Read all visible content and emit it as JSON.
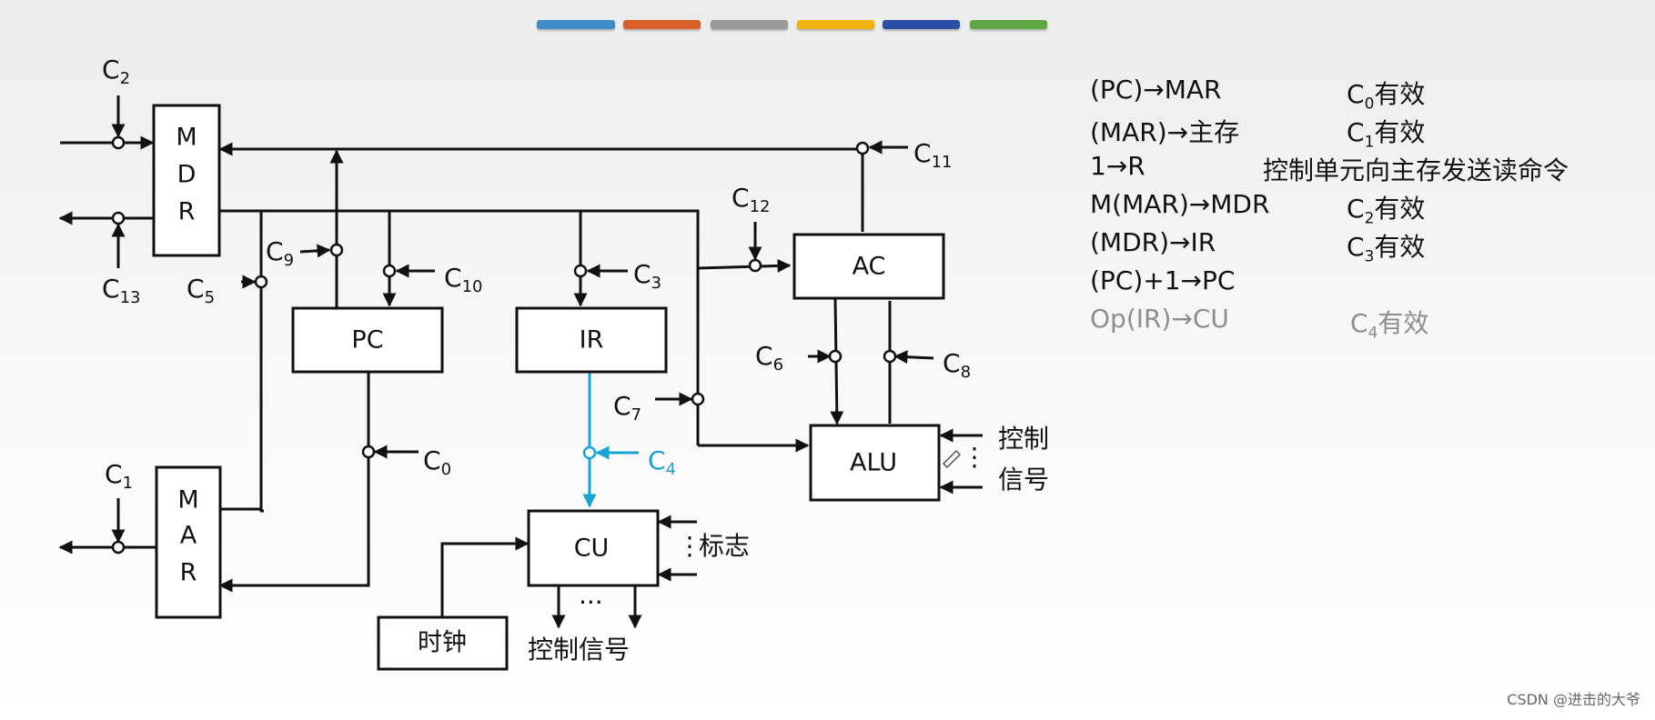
{
  "accent_bars": [
    "#3d8bc8",
    "#d9602a",
    "#9a9a9a",
    "#f2b20f",
    "#2c4fa6",
    "#5fa843"
  ],
  "blocks": {
    "mdr": [
      "M",
      "D",
      "R"
    ],
    "mar": [
      "M",
      "A",
      "R"
    ],
    "pc": "PC",
    "ir": "IR",
    "ac": "AC",
    "alu": "ALU",
    "cu": "CU",
    "clock": "时钟"
  },
  "signals": {
    "c0": {
      "base": "C",
      "sub": "0"
    },
    "c1": {
      "base": "C",
      "sub": "1"
    },
    "c2": {
      "base": "C",
      "sub": "2"
    },
    "c3": {
      "base": "C",
      "sub": "3"
    },
    "c4": {
      "base": "C",
      "sub": "4"
    },
    "c5": {
      "base": "C",
      "sub": "5"
    },
    "c6": {
      "base": "C",
      "sub": "6"
    },
    "c7": {
      "base": "C",
      "sub": "7"
    },
    "c8": {
      "base": "C",
      "sub": "8"
    },
    "c9": {
      "base": "C",
      "sub": "9"
    },
    "c10": {
      "base": "C",
      "sub": "10"
    },
    "c11": {
      "base": "C",
      "sub": "11"
    },
    "c12": {
      "base": "C",
      "sub": "12"
    },
    "c13": {
      "base": "C",
      "sub": "13"
    }
  },
  "labels": {
    "alu_ctrl_line1": "控制",
    "alu_ctrl_line2": "信号",
    "cu_flags": "标志",
    "cu_ctrl": "控制信号",
    "ellipsis": "···",
    "vdots": "⋮"
  },
  "steps": [
    {
      "op": "(PC)→MAR",
      "sig": "C",
      "sub": "0",
      "suffix": "有效",
      "gray": false
    },
    {
      "op": "(MAR)→主存",
      "sig": "C",
      "sub": "1",
      "suffix": "有效",
      "gray": false
    },
    {
      "op": "1→R",
      "sig": "",
      "sub": "",
      "suffix": "控制单元向主存发送读命令",
      "gray": false
    },
    {
      "op": "M(MAR)→MDR",
      "sig": "C",
      "sub": "2",
      "suffix": "有效",
      "gray": false
    },
    {
      "op": "(MDR)→IR",
      "sig": "C",
      "sub": "3",
      "suffix": "有效",
      "gray": false
    },
    {
      "op": "(PC)+1→PC",
      "sig": "",
      "sub": "",
      "suffix": "",
      "gray": false
    },
    {
      "op": "Op(IR)→CU",
      "sig": "C",
      "sub": "4",
      "suffix": "有效",
      "gray": true
    }
  ],
  "watermark": "CSDN @进击的大爷",
  "colors": {
    "line": "#111111",
    "highlight": "#19a3d1",
    "muted": "#8d8d8d"
  }
}
